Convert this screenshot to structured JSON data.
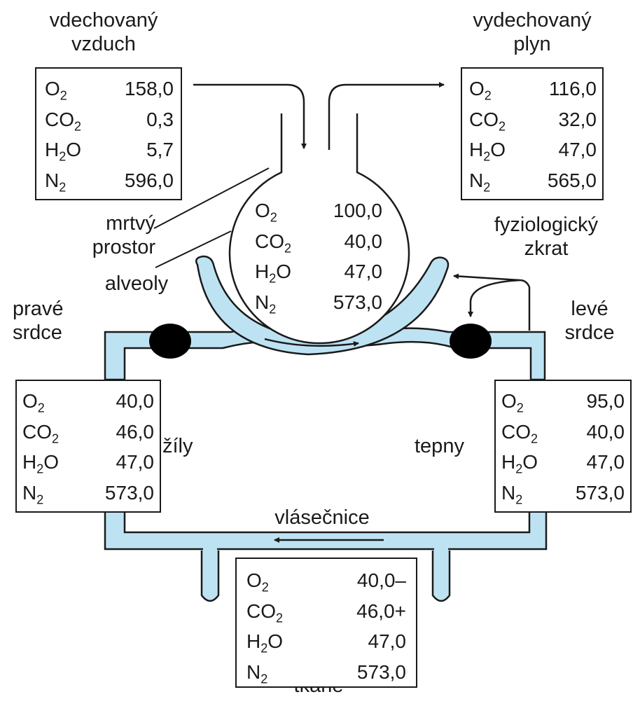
{
  "colors": {
    "vessel": "#bde3f3",
    "outline": "#1a1a1a",
    "valve": "#000000"
  },
  "labels": {
    "inhaled": [
      "vdechovaný",
      "vzduch"
    ],
    "exhaled": [
      "vydechovaný",
      "plyn"
    ],
    "dead_space": [
      "mrtvý",
      "prostor"
    ],
    "alveoli": "alveoly",
    "shunt": [
      "fyziologický",
      "zkrat"
    ],
    "right_heart": [
      "pravé",
      "srdce"
    ],
    "left_heart": [
      "levé",
      "srdce"
    ],
    "veins": "žíly",
    "arteries": "tepny",
    "capillaries": "vlásečnice",
    "tissues": "tkáně"
  },
  "tables": {
    "inhaled": [
      {
        "gas": "O",
        "sub": "2",
        "value": "158,0"
      },
      {
        "gas": "CO",
        "sub": "2",
        "value": "0,3"
      },
      {
        "gas": "H",
        "sub": "2",
        "suffix": "O",
        "value": "5,7"
      },
      {
        "gas": "N",
        "sub": "2",
        "value": "596,0"
      }
    ],
    "exhaled": [
      {
        "gas": "O",
        "sub": "2",
        "value": "116,0"
      },
      {
        "gas": "CO",
        "sub": "2",
        "value": "32,0"
      },
      {
        "gas": "H",
        "sub": "2",
        "suffix": "O",
        "value": "47,0"
      },
      {
        "gas": "N",
        "sub": "2",
        "value": "565,0"
      }
    ],
    "alveoli": [
      {
        "gas": "O",
        "sub": "2",
        "value": "100,0"
      },
      {
        "gas": "CO",
        "sub": "2",
        "value": "40,0"
      },
      {
        "gas": "H",
        "sub": "2",
        "suffix": "O",
        "value": "47,0"
      },
      {
        "gas": "N",
        "sub": "2",
        "value": "573,0"
      }
    ],
    "veins": [
      {
        "gas": "O",
        "sub": "2",
        "value": "40,0"
      },
      {
        "gas": "CO",
        "sub": "2",
        "value": "46,0"
      },
      {
        "gas": "H",
        "sub": "2",
        "suffix": "O",
        "value": "47,0"
      },
      {
        "gas": "N",
        "sub": "2",
        "value": "573,0"
      }
    ],
    "arteries": [
      {
        "gas": "O",
        "sub": "2",
        "value": "95,0"
      },
      {
        "gas": "CO",
        "sub": "2",
        "value": "40,0"
      },
      {
        "gas": "H",
        "sub": "2",
        "suffix": "O",
        "value": "47,0"
      },
      {
        "gas": "N",
        "sub": "2",
        "value": "573,0"
      }
    ],
    "tissues": [
      {
        "gas": "O",
        "sub": "2",
        "value": "40,0–"
      },
      {
        "gas": "CO",
        "sub": "2",
        "value": "46,0+"
      },
      {
        "gas": "H",
        "sub": "2",
        "suffix": "O",
        "value": "47,0"
      },
      {
        "gas": "N",
        "sub": "2",
        "value": "573,0"
      }
    ]
  }
}
